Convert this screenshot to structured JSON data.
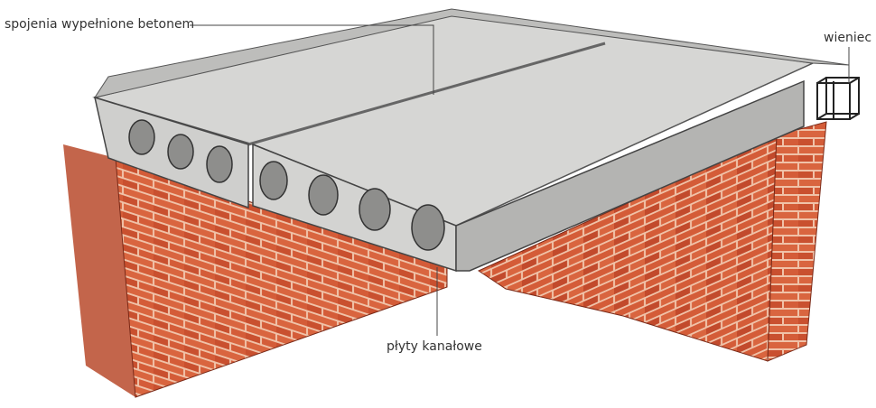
{
  "labels": {
    "joints": "spojenia wypełnione betonem",
    "ring_beam": "wieniec",
    "slabs": "płyty kanałowe"
  },
  "colors": {
    "brick": "#d9653f",
    "brick_dark": "#a83a22",
    "mortar": "#f0c2a8",
    "concrete": "#d6d6d4",
    "concrete_dark": "#9a9a98"
  }
}
